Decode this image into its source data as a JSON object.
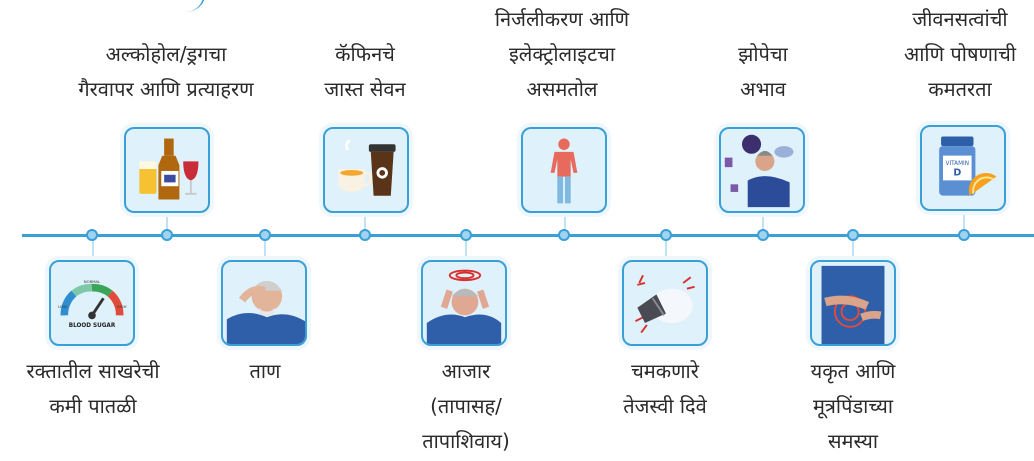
{
  "top_items": [
    {
      "label": [
        "अल्कोहोल/ड्रगचा",
        "गैरवापर आणि प्रत्याहरण"
      ],
      "icon": "alcohol-bottle-icon"
    },
    {
      "label": [
        "कॅफिनचे",
        "जास्त सेवन"
      ],
      "icon": "coffee-cup-icon"
    },
    {
      "label": [
        "निर्जलीकरण आणि",
        "इलेक्ट्रोलाइटचा",
        "असमतोल"
      ],
      "icon": "human-body-icon"
    },
    {
      "label": [
        "झोपेचा",
        "अभाव"
      ],
      "icon": "sleepless-man-icon"
    },
    {
      "label": [
        "जीवनसत्वांची",
        "आणि पोषणाची",
        "कमतरता"
      ],
      "icon": "vitamin-d-icon"
    }
  ],
  "bottom_items": [
    {
      "label": [
        "रक्तातील साखरेची",
        "कमी पातळी"
      ],
      "icon": "blood-sugar-gauge-icon"
    },
    {
      "label": [
        "ताण"
      ],
      "icon": "stressed-man-icon"
    },
    {
      "label": [
        "आजार",
        "(तापासह/",
        "तापाशिवाय)"
      ],
      "icon": "headache-man-icon"
    },
    {
      "label": [
        "चमकणारे",
        "तेजस्वी दिवे"
      ],
      "icon": "flashing-light-icon"
    },
    {
      "label": [
        "यकृत आणि",
        "मूत्रपिंडाच्या",
        "समस्या"
      ],
      "icon": "abdominal-pain-icon"
    }
  ],
  "gauge": {
    "top": "NORMAL",
    "left": "LOW",
    "right": "HIGH",
    "caption": "BLOOD SUGAR"
  },
  "vitamin": {
    "line1": "VITAMIN",
    "line2": "D"
  },
  "colors": {
    "line": "#3a9fd6",
    "card_bg": "#dff1fb",
    "dot": "#9fd3ef"
  }
}
